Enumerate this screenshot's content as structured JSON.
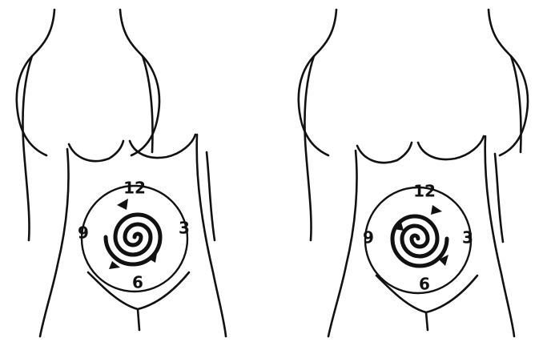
{
  "figures": [
    {
      "id": "left",
      "clock_labels": {
        "top": "12",
        "right": "3",
        "bottom": "6",
        "left": "9"
      },
      "direction": "counterclockwise"
    },
    {
      "id": "right",
      "clock_labels": {
        "top": "12",
        "right": "3",
        "bottom": "6",
        "left": "9"
      },
      "direction": "clockwise"
    }
  ],
  "colors": {
    "ink": "#111111",
    "background": "#ffffff"
  }
}
